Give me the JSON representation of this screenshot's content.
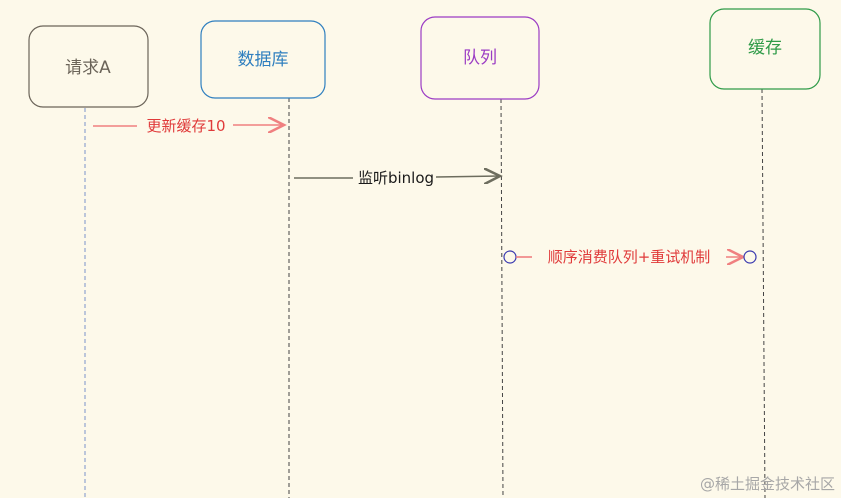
{
  "diagram": {
    "participants": [
      {
        "id": "request",
        "label": "请求A",
        "color": "#6b6459"
      },
      {
        "id": "db",
        "label": "数据库",
        "color": "#2f7fbf"
      },
      {
        "id": "queue",
        "label": "队列",
        "color": "#9b3cc4"
      },
      {
        "id": "cache",
        "label": "缓存",
        "color": "#2f9b48"
      }
    ],
    "messages": [
      {
        "label": "更新缓存10",
        "color": "#e03a3a",
        "line_color": "#f08080"
      },
      {
        "label": "监听binlog",
        "color": "#1a1a1a",
        "line_color": "#6d6d5e"
      },
      {
        "label": "顺序消费队列+重试机制",
        "color": "#e03a3a",
        "line_color": "#f08080"
      }
    ]
  },
  "watermark": "@稀土掘金技术社区"
}
